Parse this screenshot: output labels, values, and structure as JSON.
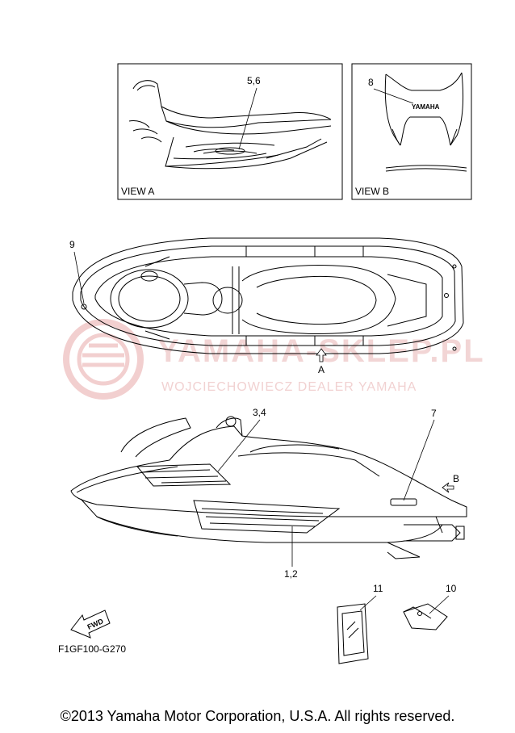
{
  "diagram_code": "F1GF100-G270",
  "copyright": "©2013 Yamaha Motor Corporation, U.S.A. All rights reserved.",
  "views": {
    "view_a": "VIEW A",
    "view_b": "VIEW B"
  },
  "view_markers": {
    "a": "A",
    "b": "B"
  },
  "part_labels": {
    "p56": "5,6",
    "p8": "8",
    "p9": "9",
    "p34": "3,4",
    "p7": "7",
    "p12": "1,2",
    "p11": "11",
    "p10": "10"
  },
  "fwd_text": "FWD",
  "decal_text": "YAMAHA",
  "watermark": {
    "line1": "YAMAHA-SKLEP.PL",
    "line2": "WOJCIECHOWIECZ DEALER YAMAHA"
  }
}
